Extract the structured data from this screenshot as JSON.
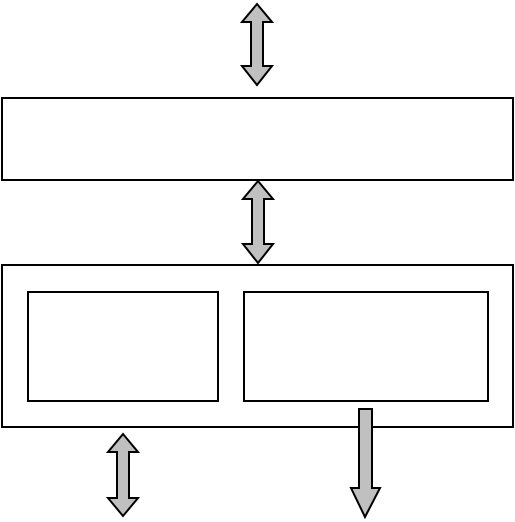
{
  "colors": {
    "box_stroke": "#000000",
    "box_fill": "#ffffff",
    "arrow_fill": "#c0c0c0",
    "arrow_stroke": "#000000"
  },
  "elements": {
    "top_box": {
      "kind": "empty-rectangle"
    },
    "bottom_box": {
      "kind": "container-rectangle",
      "children": [
        "left-inner-box",
        "right-inner-box"
      ]
    },
    "arrows": [
      {
        "name": "top-bidirectional-arrow",
        "direction": "up-down"
      },
      {
        "name": "middle-bidirectional-arrow",
        "direction": "up-down"
      },
      {
        "name": "bottom-left-bidirectional-arrow",
        "direction": "up-down"
      },
      {
        "name": "bottom-right-down-arrow",
        "direction": "down"
      }
    ]
  }
}
